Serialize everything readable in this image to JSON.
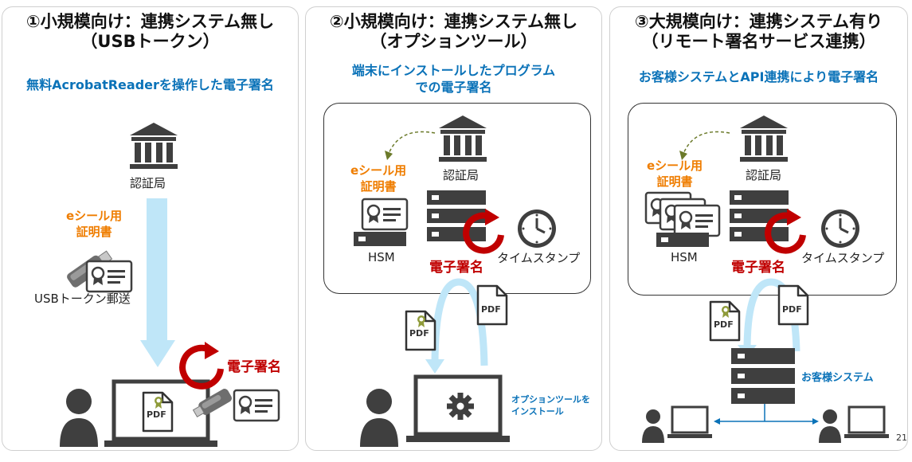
{
  "page_number": "21",
  "panel1": {
    "title_line1": "①小規模向け：連携システム無し",
    "title_line2": "（USBトークン）",
    "subtitle": "無料AcrobatReaderを操作した電子署名",
    "ca_label": "認証局",
    "cert_label_line1": "eシール用",
    "cert_label_line2": "証明書",
    "usb_label": "USBトークン郵送",
    "sign_label": "電子署名",
    "pdf_label": "PDF"
  },
  "panel2": {
    "title_line1": "②小規模向け：連携システム無し",
    "title_line2": "（オプションツール）",
    "subtitle_line1": "端末にインストールしたプログラム",
    "subtitle_line2": "での電子署名",
    "ca_label": "認証局",
    "cert_label_line1": "eシール用",
    "cert_label_line2": "証明書",
    "hsm_label": "HSM",
    "sign_label": "電子署名",
    "timestamp_label": "タイムスタンプ",
    "pdf_label": "PDF",
    "tool_label_line1": "オプションツールを",
    "tool_label_line2": "インストール"
  },
  "panel3": {
    "title_line1": "③大規模向け：連携システム有り",
    "title_line2": "（リモート署名サービス連携）",
    "subtitle": "お客様システムとAPI連携により電子署名",
    "ca_label": "認証局",
    "cert_label_line1": "eシール用",
    "cert_label_line2": "証明書",
    "hsm_label": "HSM",
    "sign_label": "電子署名",
    "timestamp_label": "タイムスタンプ",
    "pdf_label": "PDF",
    "customer_system_label": "お客様システム"
  },
  "colors": {
    "accent_blue": "#0a72b8",
    "orange": "#ef7d00",
    "red": "#c00000",
    "light_blue_arrow": "#bfe6f8",
    "dark_icon": "#3f3f3f"
  }
}
